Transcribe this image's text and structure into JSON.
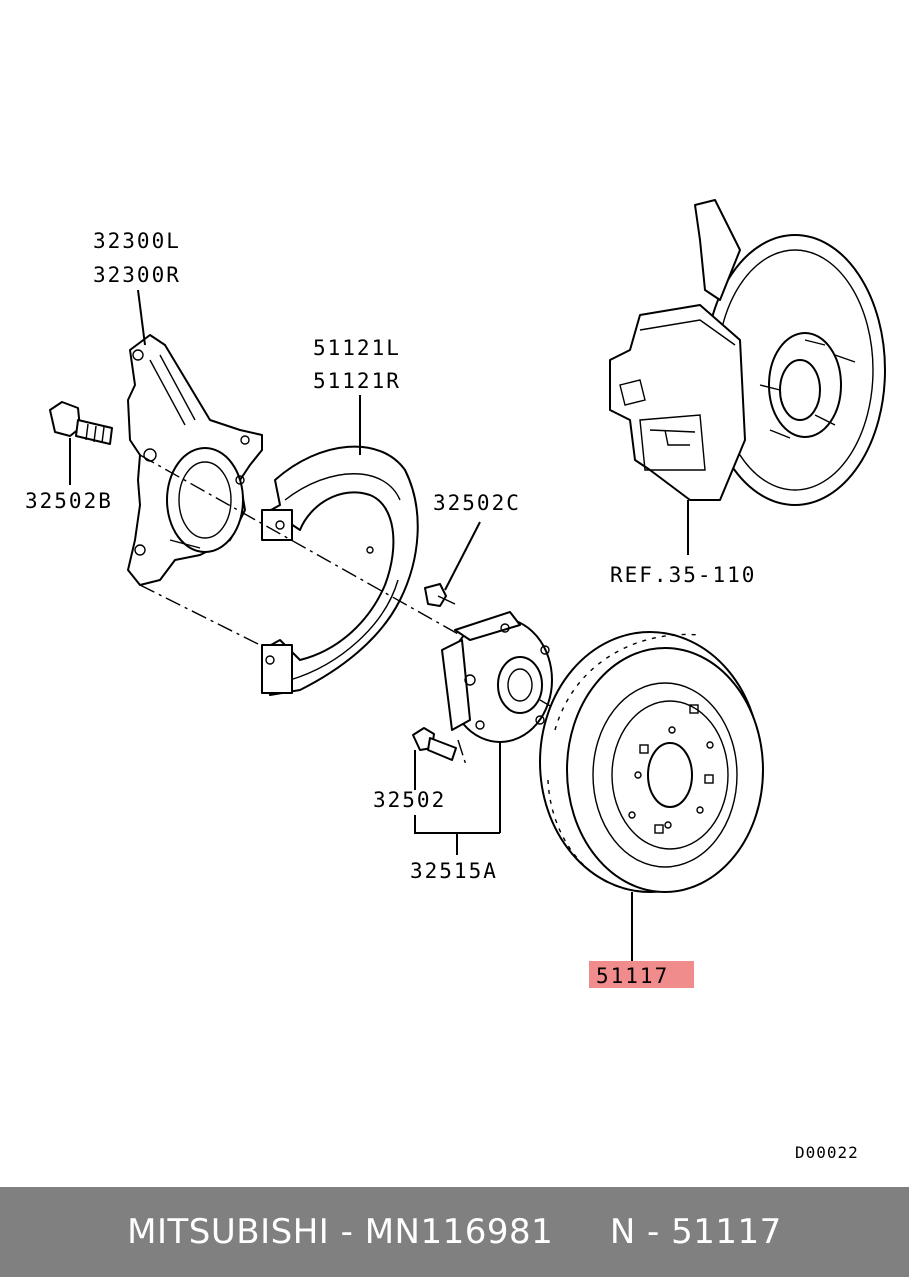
{
  "callouts": {
    "knuckle_left": "32300L",
    "knuckle_right": "32300R",
    "bolt_knuckle": "32502B",
    "dust_shield_left": "51121L",
    "dust_shield_right": "51121R",
    "bolt_shield": "32502C",
    "hub_bolt": "32502",
    "hub_assembly": "32515A",
    "reference": "REF.35-110",
    "brake_disc": "51117"
  },
  "highlight_color": "#f08c8c",
  "diagram_code": "D00022",
  "footer": {
    "brand": "MITSUBISHI",
    "sep1": " - ",
    "part_number": "MN116981",
    "gap": "     ",
    "n_prefix": "N",
    "sep2": " - ",
    "n_number": "51117"
  }
}
